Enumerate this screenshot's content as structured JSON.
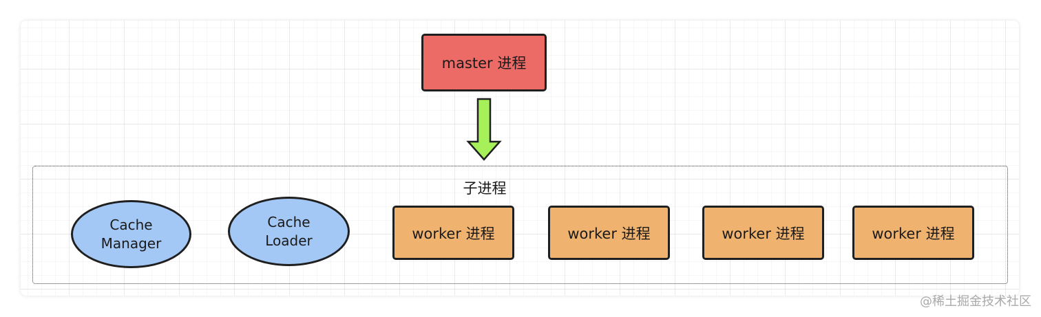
{
  "master": {
    "label": "master 进程"
  },
  "group": {
    "title": "子进程"
  },
  "cache_nodes": [
    {
      "line1": "Cache",
      "line2": "Manager"
    },
    {
      "line1": "Cache",
      "line2": "Loader"
    }
  ],
  "workers": [
    {
      "label": "worker 进程"
    },
    {
      "label": "worker 进程"
    },
    {
      "label": "worker 进程"
    },
    {
      "label": "worker 进程"
    }
  ],
  "watermark": "@稀土掘金技术社区",
  "colors": {
    "master_fill": "#ec6b66",
    "worker_fill": "#f0b36f",
    "cache_fill": "#a4c8f5",
    "arrow_fill": "#a6f05a"
  }
}
